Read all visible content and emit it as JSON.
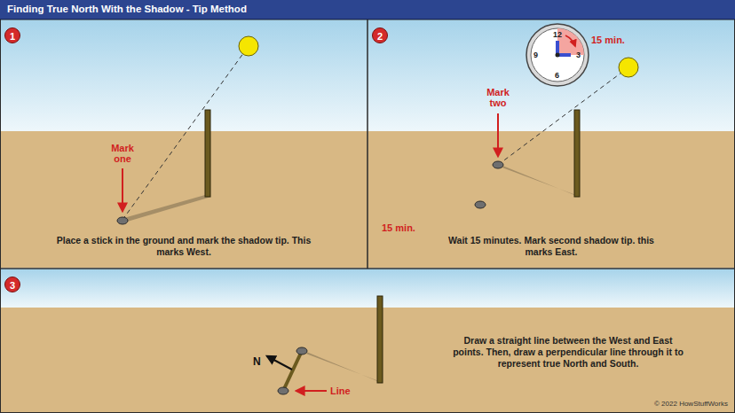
{
  "diagram": {
    "title": "Finding True North With the Shadow - Tip Method",
    "nodes": [
      {
        "text": [
          "1",
          "Place a stick in the ground and mark the shadow tip. This marks West."
        ]
      },
      {
        "text": [
          "2",
          "Wait 15 minutes. Mark second shadow tip. this marks East."
        ]
      },
      {
        "text": [
          "3",
          "Draw a straight line between the West and East points. Then, draw a perpendicular line through it to represent true North and South."
        ]
      }
    ],
    "labels": [
      "Mark one",
      "12",
      "9",
      "3",
      "6",
      "15 min.",
      "Mark two",
      "15 min.",
      "N",
      "Line",
      "© 2022 HowStuffWorks"
    ]
  }
}
